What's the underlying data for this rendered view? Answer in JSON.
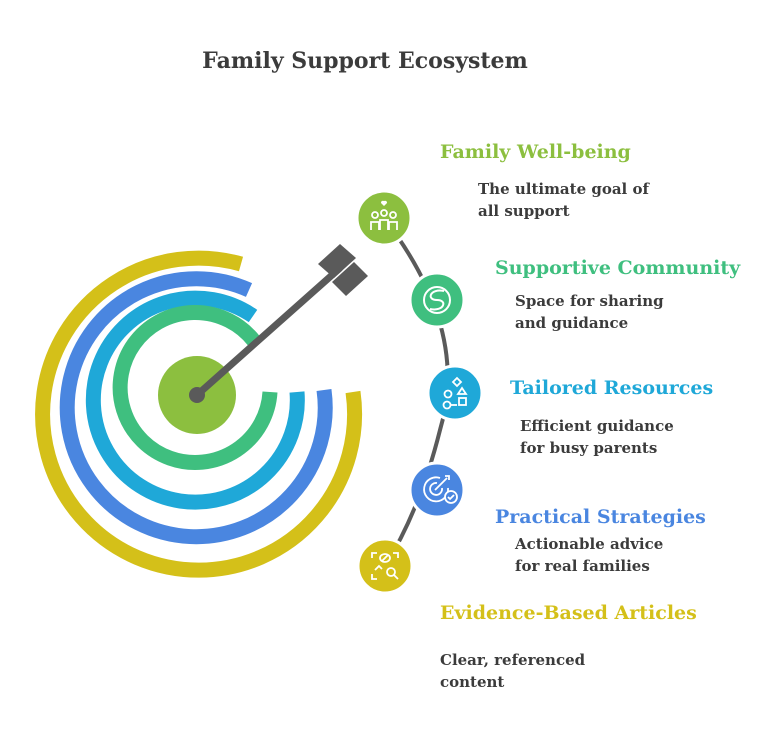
{
  "title": "Family Support Ecosystem",
  "colors": {
    "green_light": "#8cbf3f",
    "green": "#3fbf7f",
    "cyan": "#1fa8d8",
    "blue": "#4a86e0",
    "yellow": "#d4c019",
    "arrow": "#5a5a5a",
    "text": "#3b3b3b"
  },
  "steps": [
    {
      "label": "Family Well-being",
      "description_lines": [
        "The ultimate goal of",
        "all support"
      ],
      "icon": "family-group-icon"
    },
    {
      "label": "Supportive Community",
      "description_lines": [
        "Space for sharing",
        "and guidance"
      ],
      "icon": "community-s-icon"
    },
    {
      "label": "Tailored Resources",
      "description_lines": [
        "Efficient guidance",
        "for busy parents"
      ],
      "icon": "shapes-resources-icon"
    },
    {
      "label": "Practical Strategies",
      "description_lines": [
        "Actionable advice",
        "for real families"
      ],
      "icon": "target-check-icon"
    },
    {
      "label": "Evidence-Based Articles",
      "description_lines": [
        "Clear, referenced",
        "content"
      ],
      "icon": "article-search-icon"
    }
  ]
}
